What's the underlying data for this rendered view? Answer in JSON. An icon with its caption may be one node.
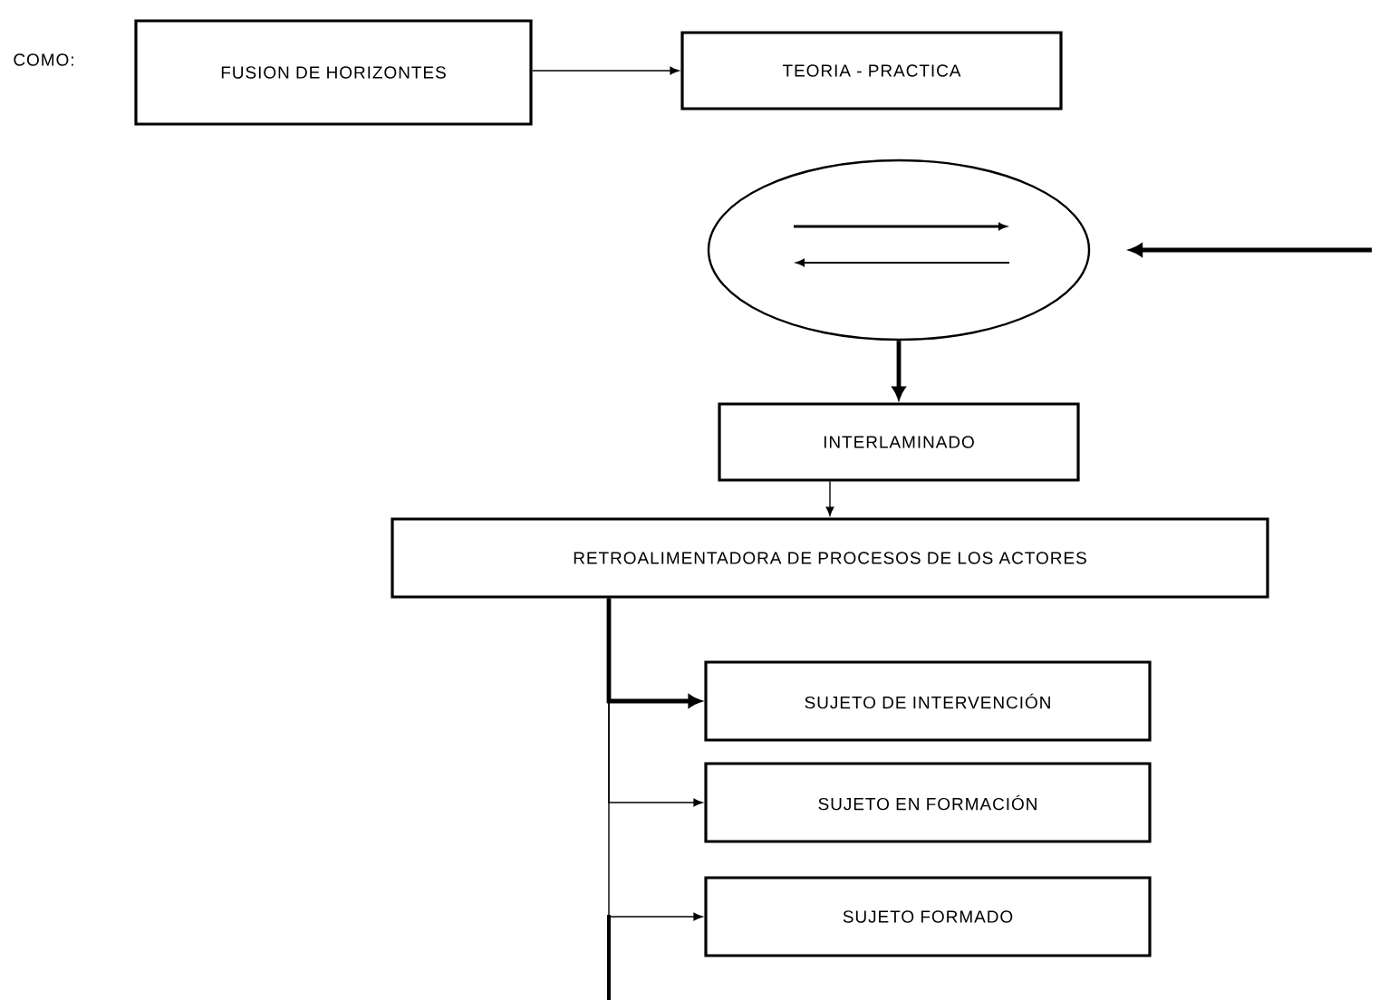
{
  "diagram": {
    "nodes": [
      {
        "text": [
          "FUSION DE HORIZONTES"
        ]
      },
      {
        "text": [
          "TEORIA - PRACTICA"
        ]
      },
      {
        "text": [],
        "shape": "ellipse"
      },
      {
        "text": [
          "INTERLAMINADO"
        ]
      },
      {
        "text": [
          "RETROALIMENTADORA DE PROCESOS DE LOS ACTORES"
        ]
      },
      {
        "text": [
          "SUJETO DE INTERVENCIÓN"
        ]
      },
      {
        "text": [
          "SUJETO EN FORMACIÓN"
        ]
      },
      {
        "text": [
          "SUJETO FORMADO"
        ]
      }
    ],
    "edges": [
      {
        "from": 0,
        "to": 1,
        "arrow": "to"
      },
      {
        "from": null,
        "to": 2,
        "arrow": "to",
        "style": "thick"
      },
      {
        "from": 2,
        "to": 3,
        "arrow": "to",
        "style": "thick"
      },
      {
        "from": 3,
        "to": 4,
        "arrow": "to"
      },
      {
        "from": 4,
        "to": 5,
        "arrow": "to",
        "style": "thick"
      },
      {
        "from": 4,
        "to": 6,
        "arrow": "to"
      },
      {
        "from": 4,
        "to": 7,
        "arrow": "to"
      }
    ],
    "labels": [
      "COMO:"
    ]
  }
}
